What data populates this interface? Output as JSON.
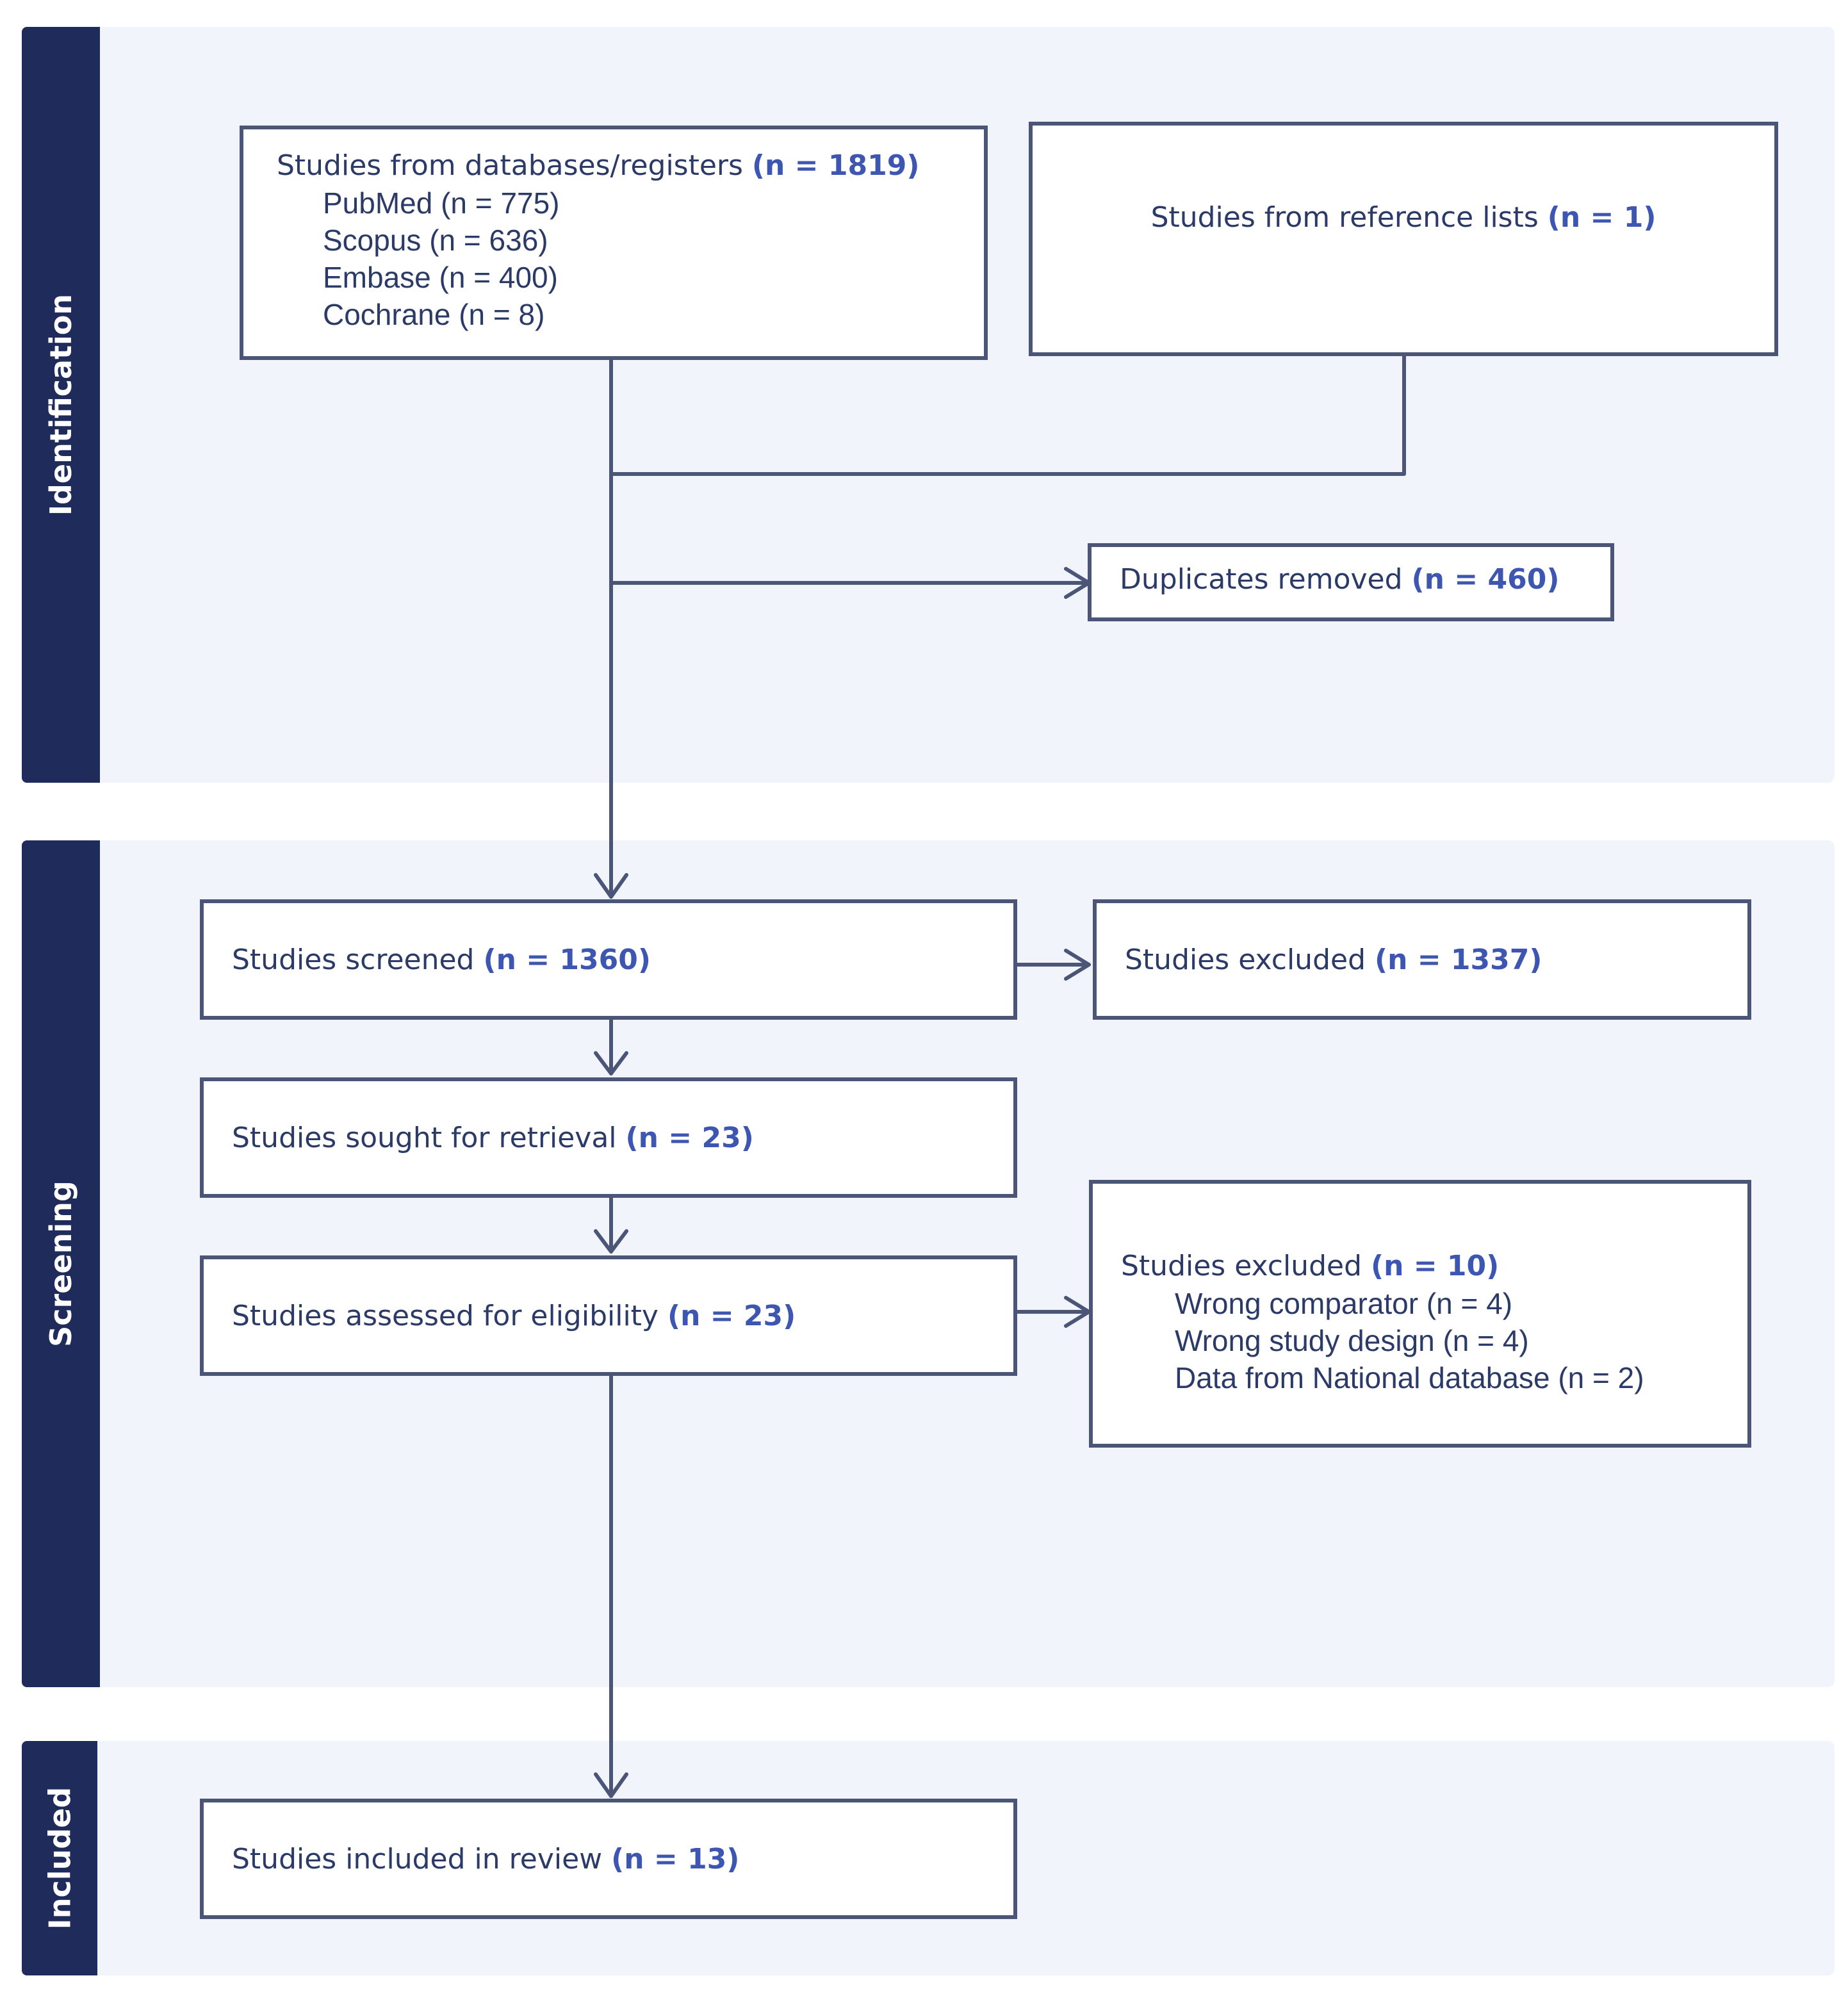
{
  "stages": {
    "identification": "Identification",
    "screening": "Screening",
    "included": "Included"
  },
  "boxes": {
    "databases": {
      "label": "Studies from databases/registers ",
      "n": "(n = 1819)",
      "sources": [
        "PubMed (n = 775)",
        "Scopus (n = 636)",
        "Embase (n = 400)",
        "Cochrane (n = 8)"
      ]
    },
    "reference_lists": {
      "label": "Studies from reference lists ",
      "n": "(n = 1)"
    },
    "duplicates": {
      "label": "Duplicates removed ",
      "n": "(n = 460)"
    },
    "screened": {
      "label": "Studies screened ",
      "n": "(n = 1360)"
    },
    "excluded_screen": {
      "label": "Studies excluded ",
      "n": "(n = 1337)"
    },
    "retrieval": {
      "label": "Studies sought for retrieval ",
      "n": "(n = 23)"
    },
    "eligibility": {
      "label": "Studies assessed for eligibility ",
      "n": "(n = 23)"
    },
    "excluded_full": {
      "label": "Studies excluded ",
      "n": "(n = 10)",
      "reasons": [
        "Wrong comparator (n = 4)",
        "Wrong study design (n = 4)",
        "Data from National database (n = 2)"
      ]
    },
    "included": {
      "label": "Studies included in review ",
      "n": "(n = 13)"
    }
  },
  "colors": {
    "stage_bar": "#1f2b5b",
    "panel": "#f1f5fb",
    "border": "#4a5577",
    "count": "#3d56b2"
  }
}
